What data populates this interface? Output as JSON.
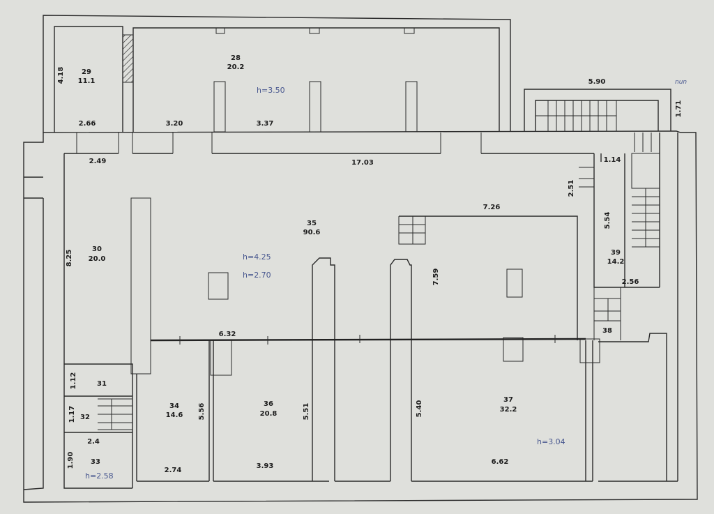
{
  "units": "nun",
  "rooms": [
    {
      "id": "29",
      "area": "11.1"
    },
    {
      "id": "28",
      "area": "20.2"
    },
    {
      "id": "35",
      "area": "90.6"
    },
    {
      "id": "30",
      "area": "20.0"
    },
    {
      "id": "39",
      "area": "14.2"
    },
    {
      "id": "31",
      "area": ""
    },
    {
      "id": "32",
      "area": ""
    },
    {
      "id": "33",
      "area": ""
    },
    {
      "id": "34",
      "area": "14.6"
    },
    {
      "id": "36",
      "area": "20.8"
    },
    {
      "id": "37",
      "area": "32.2"
    },
    {
      "id": "38",
      "area": ""
    }
  ],
  "heights": [
    "h=3.50",
    "h=4.25",
    "h=2.70",
    "h=2.58",
    "h=3.04"
  ],
  "dimensions": {
    "d_418": "4.18",
    "d_266": "2.66",
    "d_320": "3.20",
    "d_337": "3.37",
    "d_590": "5.90",
    "d_171": "1.71",
    "d_249": "2.49",
    "d_1703": "17.03",
    "d_251": "2.51",
    "d_114": "1.14",
    "d_726": "7.26",
    "d_554": "5.54",
    "d_825": "8.25",
    "d_759": "7.59",
    "d_256": "2.56",
    "d_632": "6.32",
    "d_112": "1.12",
    "d_117": "1.17",
    "d_24": "2.4",
    "d_190": "1.90",
    "d_556": "5.56",
    "d_551": "5.51",
    "d_540": "5.40",
    "d_274": "2.74",
    "d_393": "3.93",
    "d_662": "6.62"
  }
}
